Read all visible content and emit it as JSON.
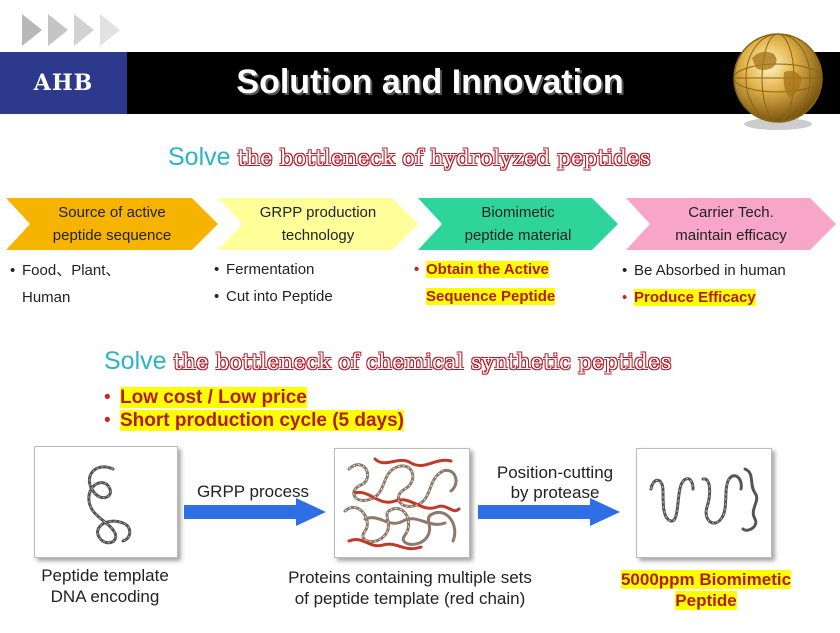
{
  "header": {
    "logo": "AHB",
    "title": "Solution and Innovation"
  },
  "section1": {
    "solve_word": "Solve",
    "headline": "the bottleneck of hydrolyzed peptides"
  },
  "steps": [
    {
      "label_line1": "Source of active",
      "label_line2": "peptide sequence",
      "color": "#f6b400",
      "bullets": [
        {
          "text": "Food、Plant、",
          "highlight": false
        },
        {
          "text": "Human",
          "highlight": false,
          "continuation": true
        }
      ]
    },
    {
      "label_line1": "GRPP production",
      "label_line2": "technology",
      "color": "#ffff99",
      "bullets": [
        {
          "text": "Fermentation",
          "highlight": false
        },
        {
          "text": "Cut into Peptide",
          "highlight": false
        }
      ]
    },
    {
      "label_line1": "Biomimetic",
      "label_line2": "peptide material",
      "color": "#2fd49a",
      "bullets": [
        {
          "text": "Obtain the Active",
          "highlight": true
        },
        {
          "text": "Sequence Peptide",
          "highlight": true,
          "continuation": true
        }
      ]
    },
    {
      "label_line1": "Carrier Tech.",
      "label_line2": "maintain efficacy",
      "color": "#f7a6c8",
      "bullets": [
        {
          "text": "Be Absorbed in human",
          "highlight": false
        },
        {
          "text": "Produce  Efficacy",
          "highlight": true
        }
      ]
    }
  ],
  "section2": {
    "solve_word": "Solve",
    "headline": "the bottleneck of  chemical synthetic peptides",
    "points": [
      "Low cost / Low price",
      "Short production cycle (5 days)"
    ]
  },
  "process": {
    "box1_caption_line1": "Peptide template",
    "box1_caption_line2": "DNA encoding",
    "arrow1_label": "GRPP process",
    "box2_caption_line1": "Proteins containing multiple sets",
    "box2_caption_line2": "of peptide template (red chain)",
    "arrow2_label_line1": "Position-cutting",
    "arrow2_label_line2": "by protease",
    "final_line1": "5000ppm Biomimetic",
    "final_line2": "Peptide"
  },
  "icons": [
    "triangle-arrow-icon",
    "globe-icon",
    "right-arrow-icon"
  ]
}
